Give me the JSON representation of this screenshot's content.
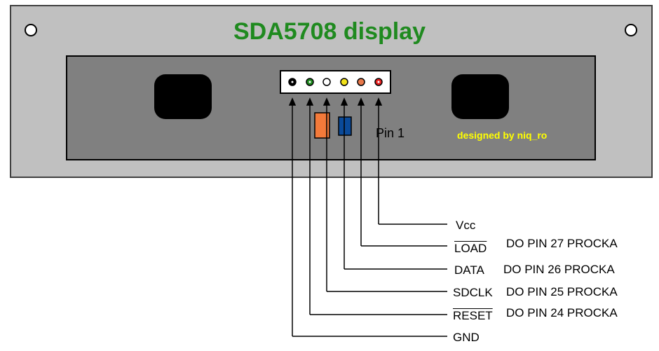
{
  "title": "SDA5708 display",
  "credit": "designed by niq_ro",
  "pin1_label": "Pin 1",
  "signals": [
    {
      "name": "Vcc",
      "note": ""
    },
    {
      "name": "LOAD",
      "note": "DO PIN 27 PROCKA"
    },
    {
      "name": "DATA",
      "note": "DO PIN 26 PROCKA"
    },
    {
      "name": "SDCLK",
      "note": "DO PIN 25 PROCKA"
    },
    {
      "name": "RESET",
      "note": "DO PIN 24 PROCKA"
    },
    {
      "name": "GND",
      "note": ""
    }
  ],
  "pin_colors": [
    "#000000",
    "#1e8a1e",
    "#ffffff",
    "#f2e21a",
    "#e8784a",
    "#e82020"
  ],
  "component_colors": {
    "resistor": "#f47a3a",
    "capacitor": "#0a4a9a"
  },
  "colors": {
    "panel": "#c0c0c0",
    "inner": "#808080",
    "window": "#000000",
    "title": "#1f8a1f",
    "credit": "#ffff00"
  }
}
